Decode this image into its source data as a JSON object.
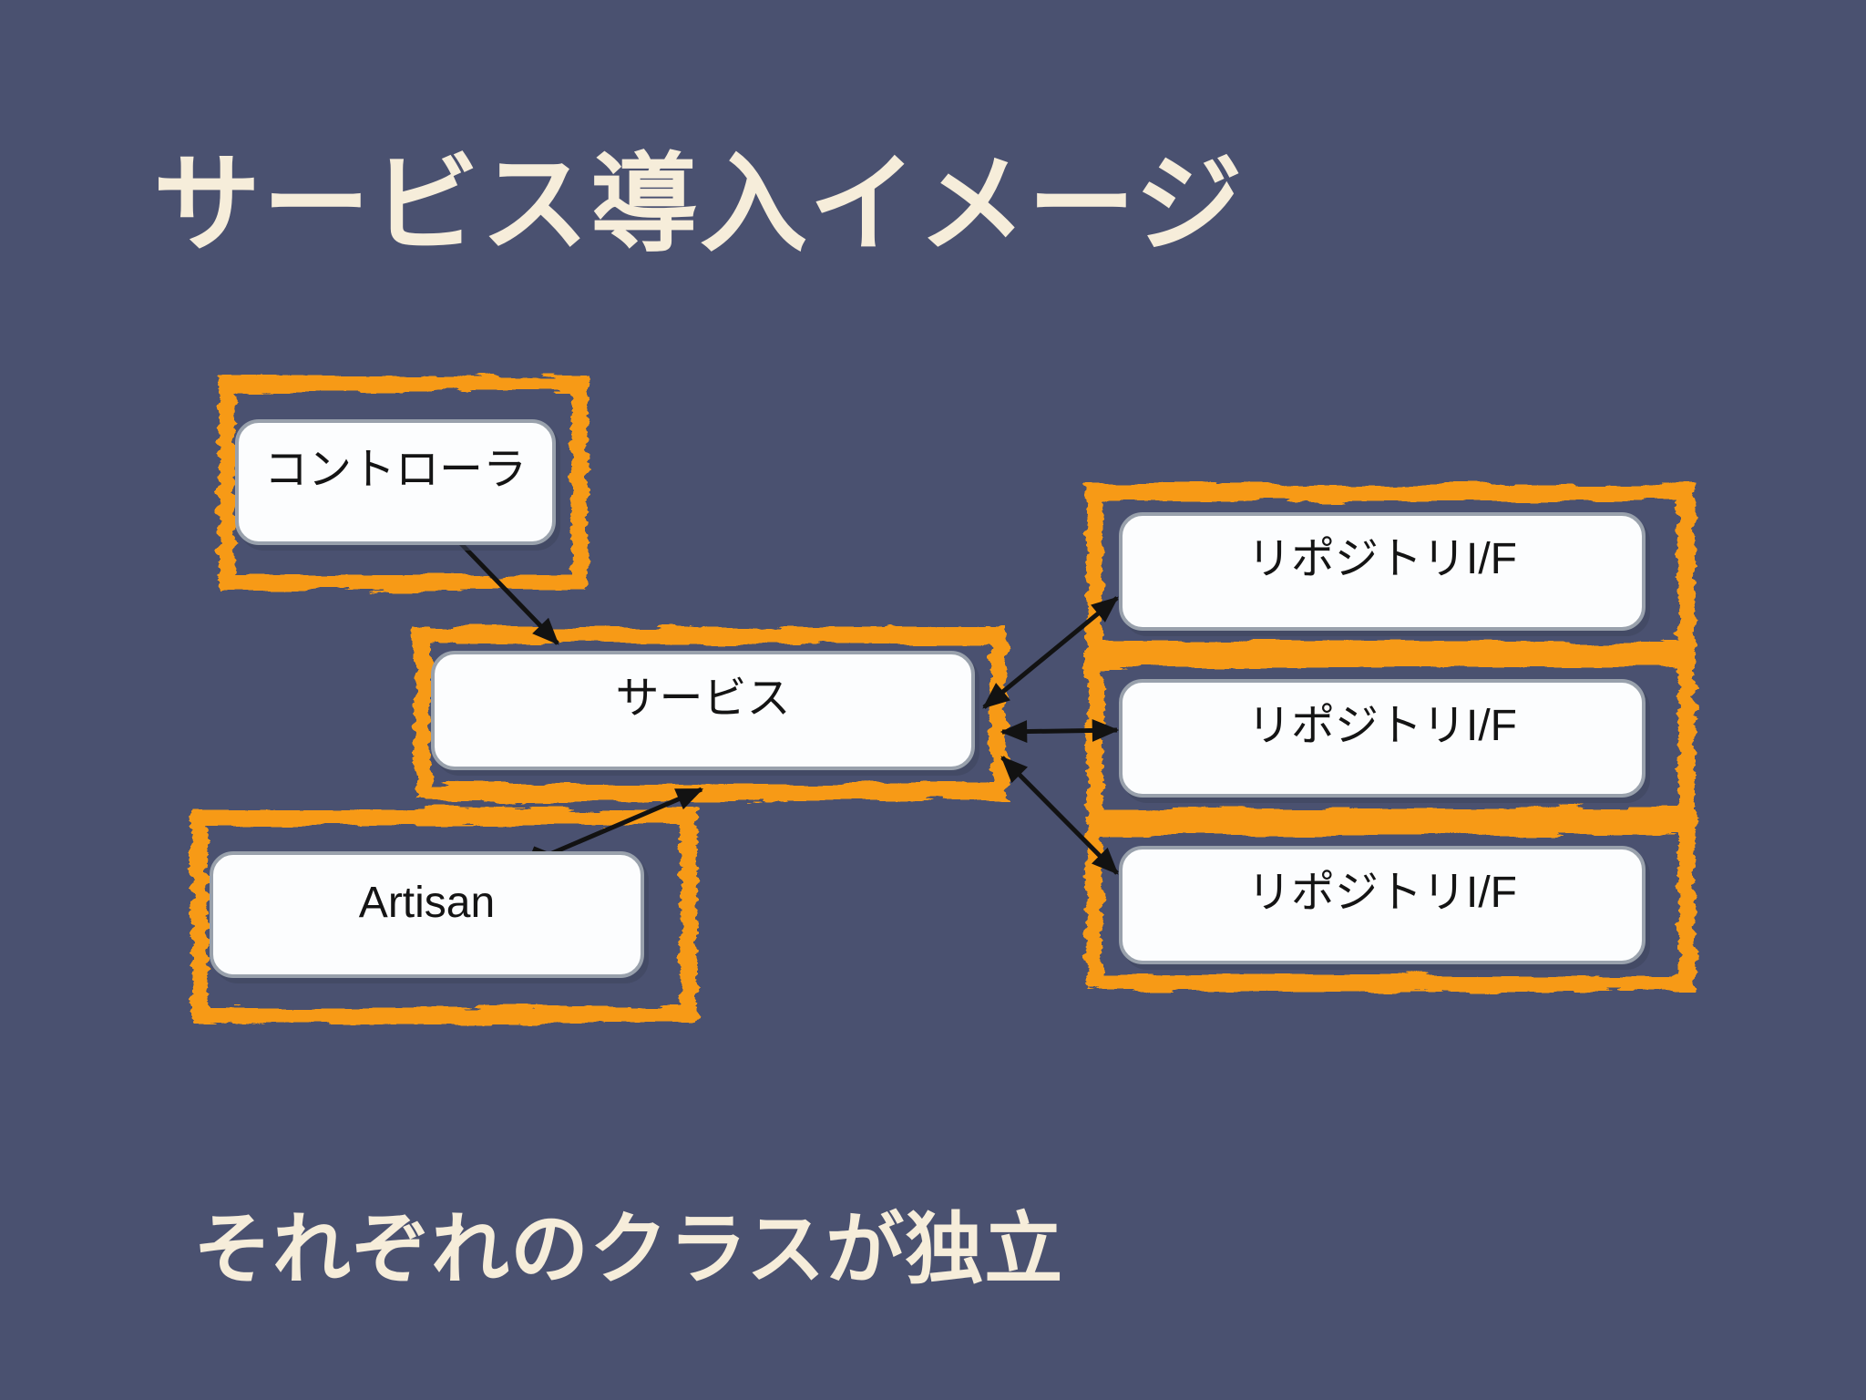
{
  "slide": {
    "title": "サービス導入イメージ",
    "footer": "それぞれのクラスが独立"
  },
  "diagram": {
    "nodes": [
      {
        "id": "controller",
        "label": "コントローラ"
      },
      {
        "id": "service",
        "label": "サービス"
      },
      {
        "id": "artisan",
        "label": "Artisan"
      },
      {
        "id": "repository-if-1",
        "label": "リポジトリI/F"
      },
      {
        "id": "repository-if-2",
        "label": "リポジトリI/F"
      },
      {
        "id": "repository-if-3",
        "label": "リポジトリI/F"
      }
    ],
    "edges": [
      {
        "source": "controller",
        "target": "service",
        "source_marker": "diamond",
        "target_marker": "arrow"
      },
      {
        "source": "artisan",
        "target": "service",
        "source_marker": "diamond",
        "target_marker": "arrow"
      },
      {
        "source": "service",
        "target": "repository-if-1",
        "source_marker": "arrow",
        "target_marker": "arrow"
      },
      {
        "source": "service",
        "target": "repository-if-2",
        "source_marker": "arrow",
        "target_marker": "arrow"
      },
      {
        "source": "service",
        "target": "repository-if-3",
        "source_marker": "arrow",
        "target_marker": "arrow"
      }
    ]
  },
  "colors": {
    "background": "#4A5170",
    "frame_orange": "#F79A15",
    "node_fill": "#FCFDFE",
    "node_border": "#99A1AC",
    "node_text": "#141414",
    "accent_text": "#F6EDDA",
    "arrow": "#121212"
  }
}
